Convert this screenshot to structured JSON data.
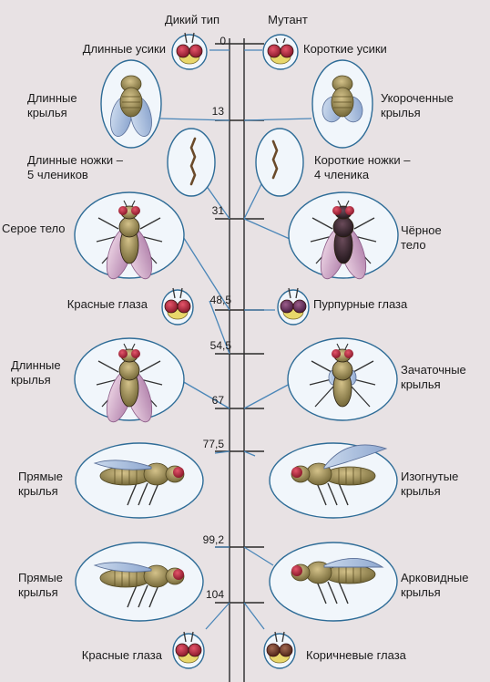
{
  "header": {
    "wild_label": "Дикий тип",
    "mutant_label": "Мутант"
  },
  "colors": {
    "background": "#e8e2e4",
    "oval_fill": "#f1f6fb",
    "oval_stroke": "#2e6c97",
    "chromosome": "#2a2a2a",
    "connector": "#4a86b8"
  },
  "loci": [
    {
      "position": "0",
      "wild": "Длинные усики",
      "mutant": "Короткие усики"
    },
    {
      "position": "13",
      "wild": "Длинные\nкрылья",
      "mutant": "Укороченные\nкрылья"
    },
    {
      "position": "31",
      "wild": "Длинные ножки –\n5 члеников",
      "mutant": "Короткие ножки –\n4 членика"
    },
    {
      "position": "48,5",
      "wild": "Серое тело",
      "mutant": "Чёрное\nтело"
    },
    {
      "position": "54,5",
      "wild": "Красные глаза",
      "mutant": "Пурпурные глаза"
    },
    {
      "position": "67",
      "wild": "Длинные\nкрылья",
      "mutant": "Зачаточные\nкрылья"
    },
    {
      "position": "77,5",
      "wild": "Прямые\nкрылья",
      "mutant": "Изогнутые\nкрылья"
    },
    {
      "position": "99,2",
      "wild": "Прямые\nкрылья",
      "mutant": "Арковидные\nкрылья"
    },
    {
      "position": "104",
      "wild": "Красные глаза",
      "mutant": "Коричневые глаза"
    }
  ]
}
